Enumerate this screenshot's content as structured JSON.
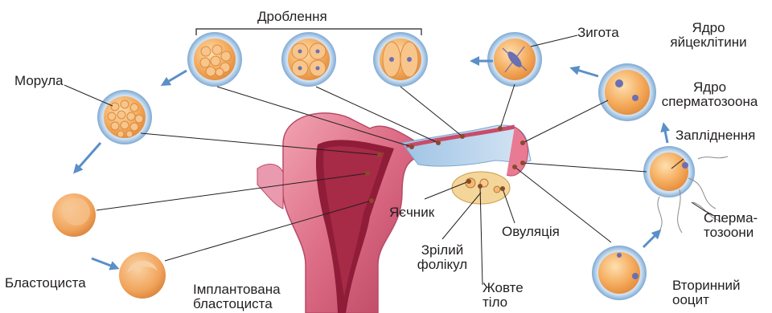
{
  "labels": {
    "cleavage": "Дроблення",
    "zygote": "Зигота",
    "egg_nucleus_1": "Ядро",
    "egg_nucleus_2": "яйцеклітини",
    "sperm_nucleus_1": "Ядро",
    "sperm_nucleus_2": "сперматозоона",
    "morula": "Морула",
    "fertilization": "Запліднення",
    "sperm_1": "Сперма-",
    "sperm_2": "тозоони",
    "ovary": "Яєчник",
    "ovulation": "Овуляція",
    "blastocyst": "Бластоциста",
    "mature_follicle_1": "Зрілий",
    "mature_follicle_2": "фолікул",
    "secondary_oocyte_1": "Вторинний",
    "secondary_oocyte_2": "ооцит",
    "implanted_blastocyst_1": "Імплантована",
    "implanted_blastocyst_2": "бластоциста",
    "corpus_luteum_1": "Жовте",
    "corpus_luteum_2": "тіло"
  },
  "colors": {
    "cell_fill": "#f5b26a",
    "cell_ring": "#9dc3e6",
    "arrow": "#5b8fc7",
    "uterus": "#d8607a",
    "uterus_inner": "#8f1c38",
    "tube_wall": "#b9cfe6",
    "leader": "#231f20"
  }
}
